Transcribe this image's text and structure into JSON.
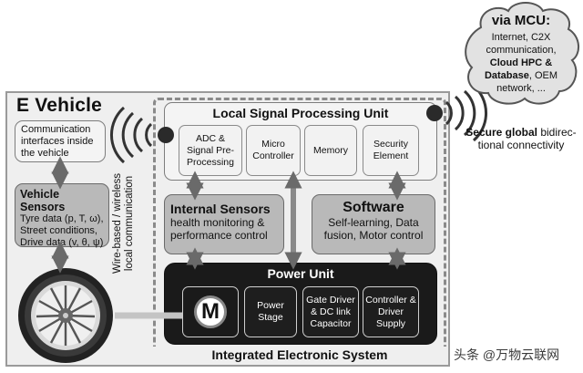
{
  "vehicle": {
    "title": "E Vehicle",
    "comm_interfaces": "Communication interfaces inside the vehicle",
    "sensors_title": "Vehicle Sensors",
    "sensors_lines": [
      "Tyre data (p, T, ω),",
      "Street conditions,",
      "Drive data (v, θ, ψ)"
    ],
    "wire_label_1": "Wire-based / wireless",
    "wire_label_2": "local communication"
  },
  "lspu": {
    "title": "Local Signal Processing Unit",
    "chips": [
      "ADC & Signal Pre-Processing",
      "Micro Controller",
      "Memory",
      "Security Element"
    ]
  },
  "internal_sensors": {
    "title": "Internal Sensors",
    "desc": "health monitoring & performance control"
  },
  "software": {
    "title": "Software",
    "desc": "Self-learning, Data fusion, Motor control"
  },
  "power_unit": {
    "title": "Power Unit",
    "motor_letter": "M",
    "chips": [
      "Power Stage",
      "Gate Driver & DC link Capacitor",
      "Controller & Driver Supply"
    ]
  },
  "system_label": "Integrated Electronic System",
  "cloud": {
    "title": "via MCU:",
    "lines": [
      {
        "plain": "Internet, C2X"
      },
      {
        "plain": "communication,"
      },
      {
        "bold": "Cloud HPC &"
      },
      {
        "bold": "Database",
        "plain": ", OEM"
      },
      {
        "plain": "network, ..."
      }
    ]
  },
  "connectivity": {
    "line1_bold": "Secure global",
    "line1_rest": " bidirec-",
    "line2": "tional connectivity"
  },
  "watermark": "头条 @万物云联网"
}
